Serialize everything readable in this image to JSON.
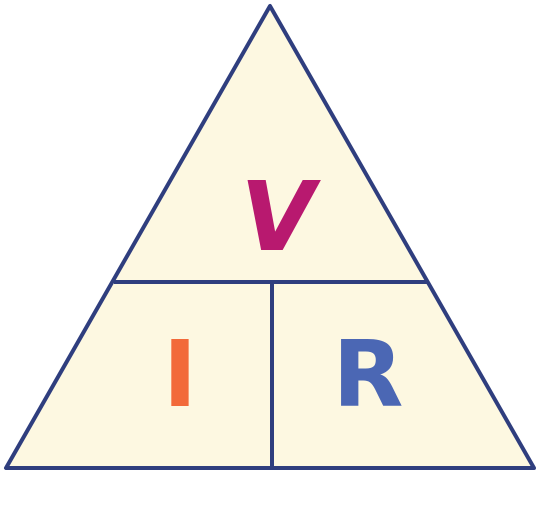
{
  "labels": {
    "top": "V",
    "bottom_left": "I",
    "bottom_right": "R"
  },
  "colors": {
    "fill": "#FDF8E1",
    "stroke": "#2F3E7E",
    "top_letter": "#B8196F",
    "left_letter": "#F26A3A",
    "right_letter": "#4B67B4"
  }
}
